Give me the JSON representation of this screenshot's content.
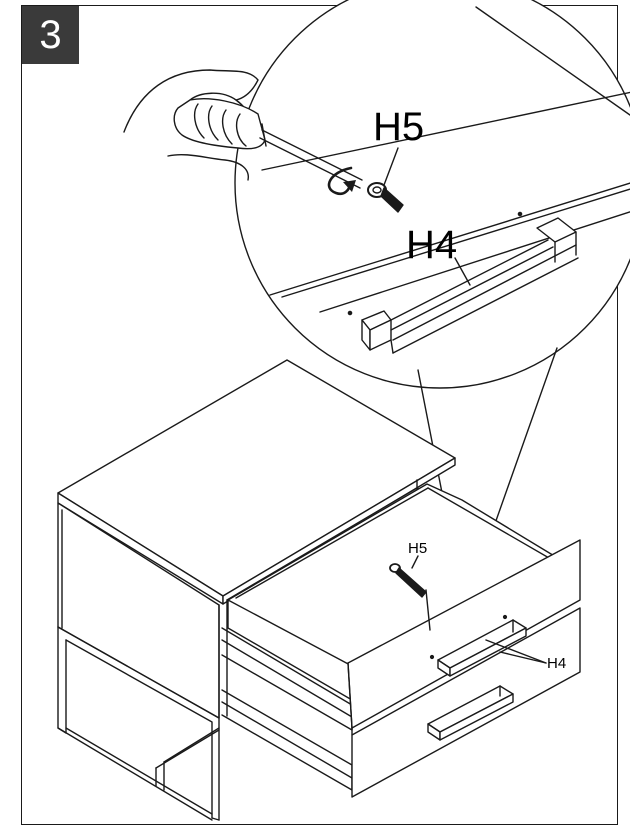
{
  "step_number": "3",
  "labels": {
    "detail_screw": "H5",
    "detail_handle": "H4",
    "main_screw": "H5",
    "main_handle": "H4"
  },
  "colors": {
    "stroke": "#1a1a1a",
    "badge_bg": "#3a3a3a",
    "badge_text": "#ffffff"
  }
}
